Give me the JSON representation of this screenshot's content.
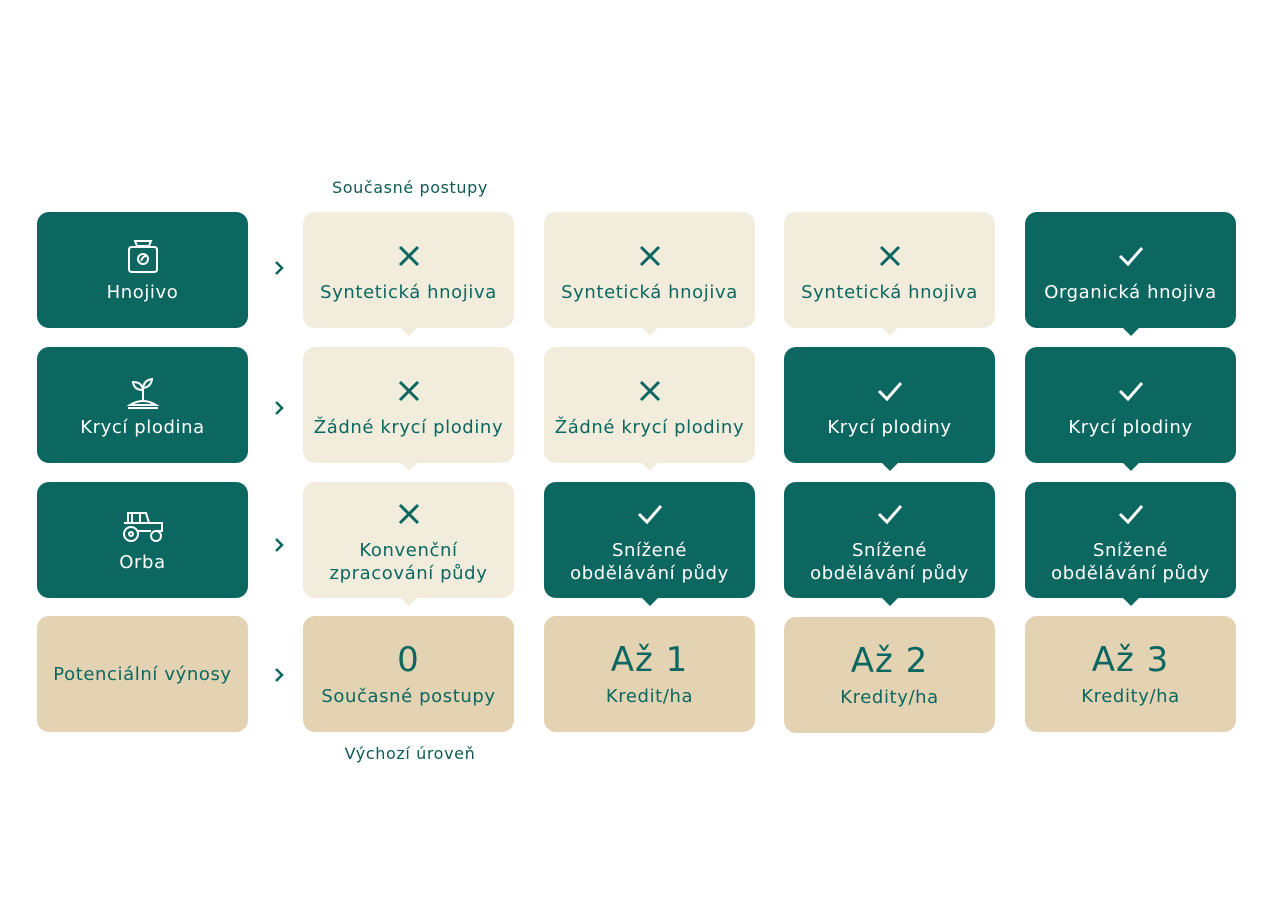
{
  "captions": {
    "top": "Současné postupy",
    "bottom": "Výchozí úroveň"
  },
  "rows": [
    {
      "label": "Hnojivo",
      "icon": "fertilizer-bag-icon"
    },
    {
      "label": "Krycí plodina",
      "icon": "sprout-icon"
    },
    {
      "label": "Orba",
      "icon": "tractor-icon"
    },
    {
      "label": "Potenciální výnosy"
    }
  ],
  "grid": [
    [
      {
        "mark": "cross",
        "text": "Syntetická hnojiva"
      },
      {
        "mark": "cross",
        "text": "Syntetická hnojiva"
      },
      {
        "mark": "cross",
        "text": "Syntetická hnojiva"
      },
      {
        "mark": "check",
        "text": "Organická hnojiva"
      }
    ],
    [
      {
        "mark": "cross",
        "text": "Žádné krycí plodiny"
      },
      {
        "mark": "cross",
        "text": "Žádné krycí plodiny"
      },
      {
        "mark": "check",
        "text": "Krycí plodiny"
      },
      {
        "mark": "check",
        "text": "Krycí plodiny"
      }
    ],
    [
      {
        "mark": "cross",
        "text": "Konvenční",
        "text2": "zpracování půdy"
      },
      {
        "mark": "check",
        "text": "Snížené",
        "text2": "obdělávání půdy"
      },
      {
        "mark": "check",
        "text": "Snížené",
        "text2": "obdělávání půdy"
      },
      {
        "mark": "check",
        "text": "Snížené",
        "text2": "obdělávání půdy"
      }
    ]
  ],
  "yields": [
    {
      "value": "0",
      "unit": "Současné postupy"
    },
    {
      "value": "Až 1",
      "unit": "Kredit/ha"
    },
    {
      "value": "Až 2",
      "unit": "Kredity/ha"
    },
    {
      "value": "Až 3",
      "unit": "Kredity/ha"
    }
  ],
  "colors": {
    "dark": "#0b6760",
    "light": "#f2ecdc",
    "tan": "#e3d3b2"
  }
}
